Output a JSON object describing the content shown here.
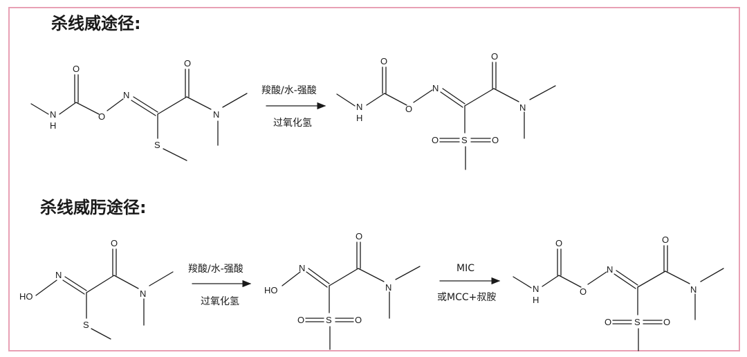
{
  "headings": {
    "route1": "杀线威途径:",
    "route2": "杀线威肟途径:"
  },
  "atoms": {
    "O": "O",
    "N": "N",
    "NH_N": "N",
    "NH_H": "H",
    "S": "S",
    "HO": "HO"
  },
  "conditions": {
    "oxidation_top": "羧酸/水-强酸",
    "oxidation_bottom": "过氧化氢",
    "carbamoylation_top": "MIC",
    "carbamoylation_bottom": "或MCC+叔胺"
  },
  "colors": {
    "frame_border": "#e8a0b4",
    "ink": "#1a1a1a"
  }
}
